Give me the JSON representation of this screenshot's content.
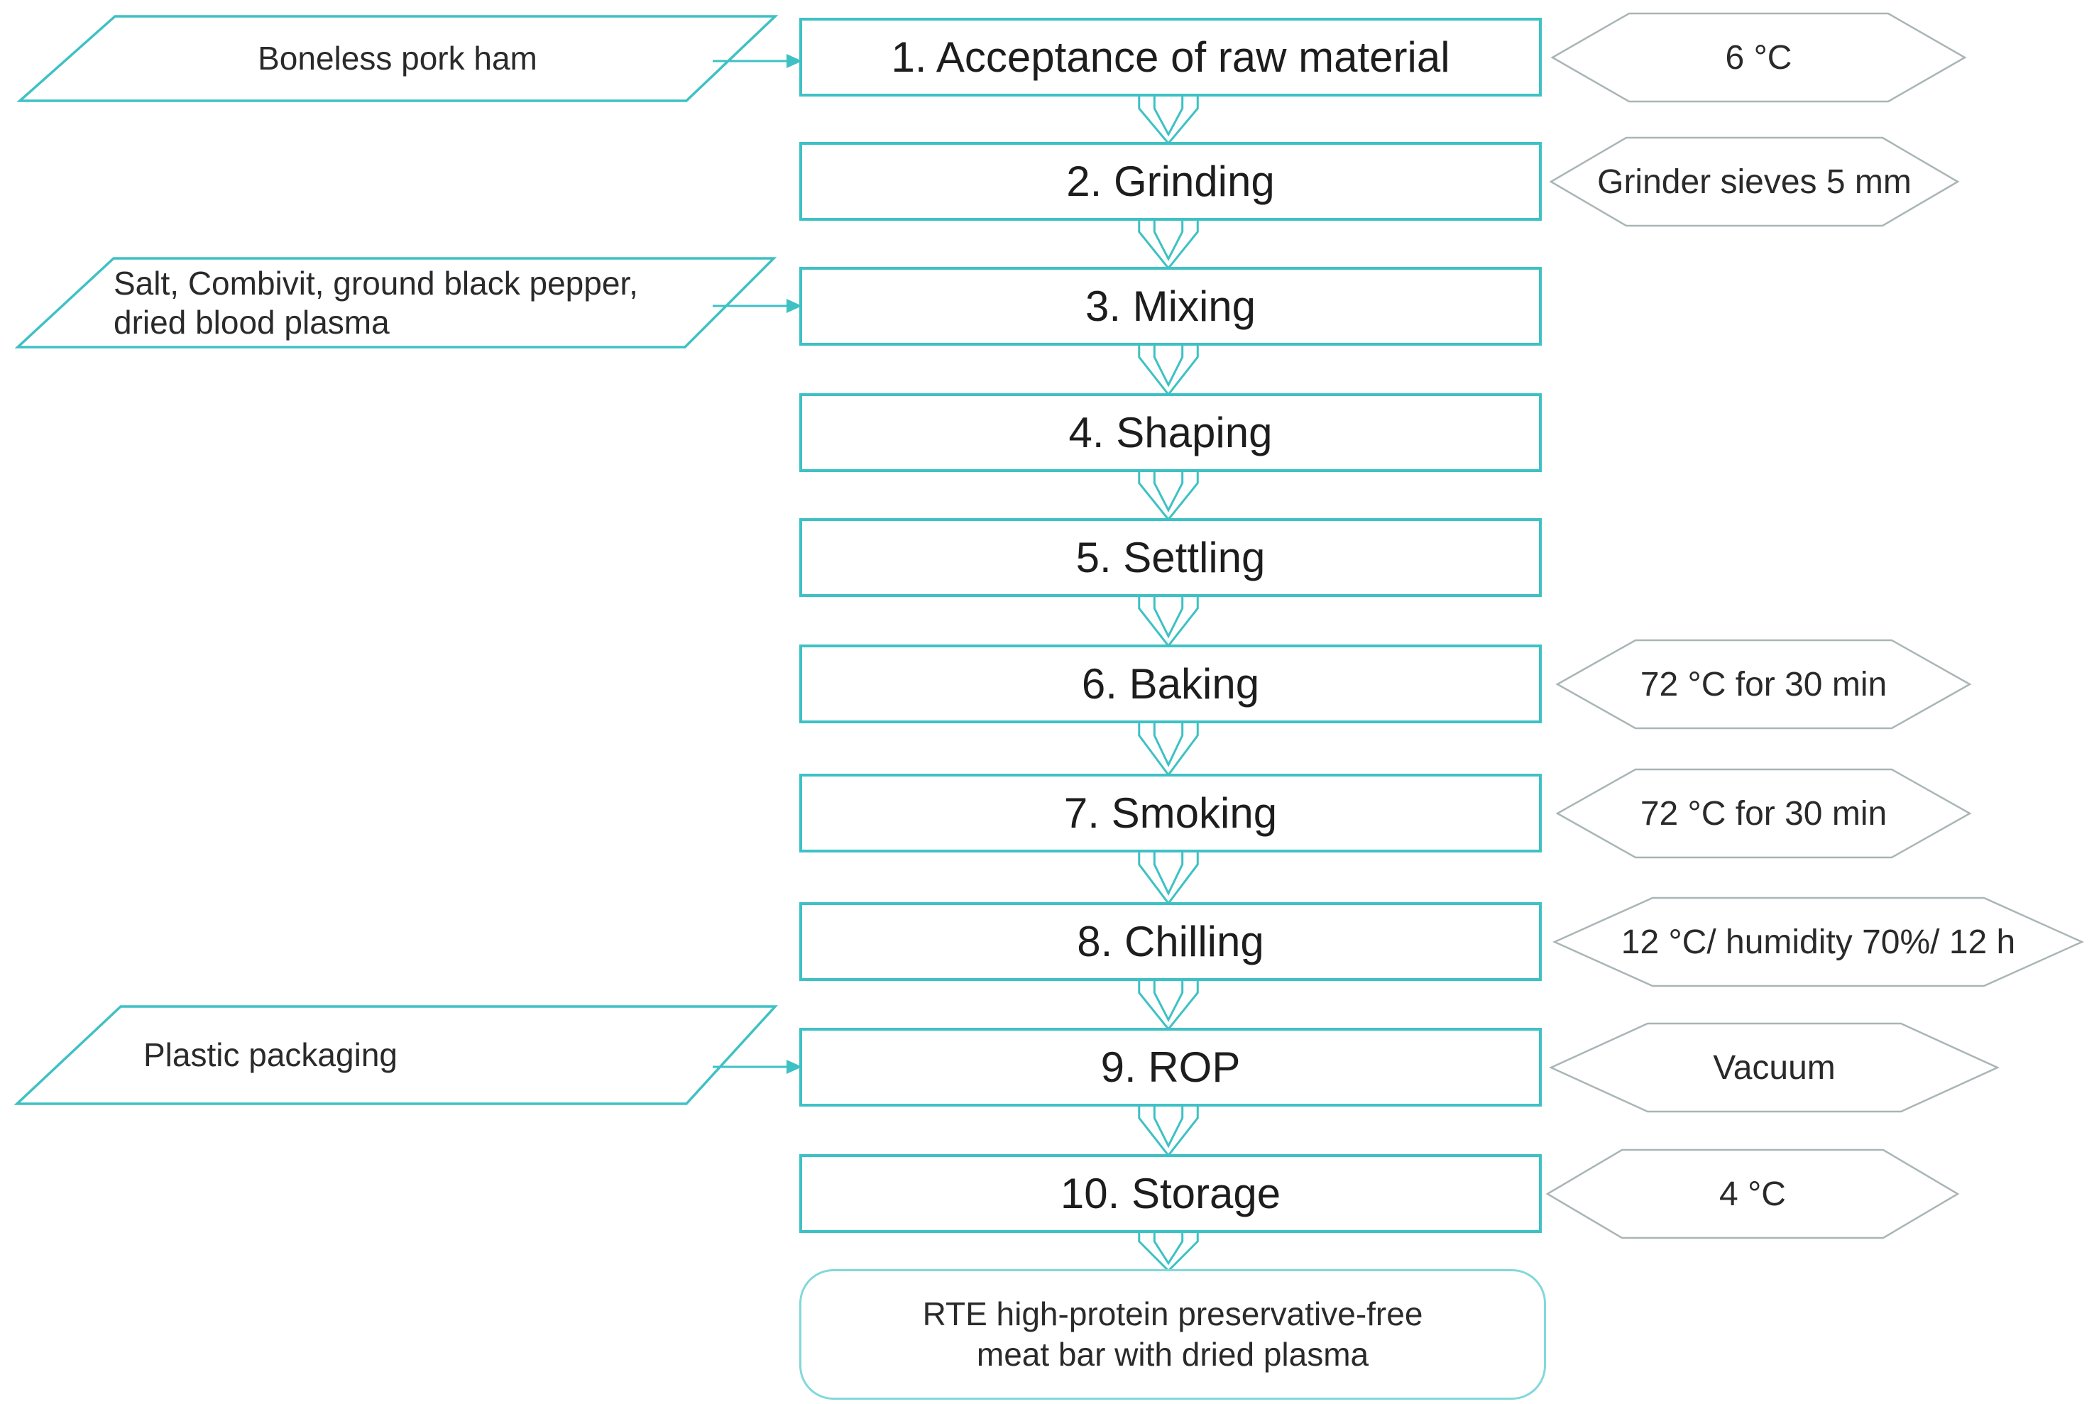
{
  "colors": {
    "teal": "#3ec1c4",
    "teal_light": "#82d8da",
    "hex_stroke": "#a9b5b6",
    "ink": "#262626"
  },
  "inputs": [
    {
      "lines": [
        "Boneless pork ham"
      ]
    },
    {
      "lines": [
        "Salt, Combivit, ground black pepper,",
        "dried blood plasma"
      ]
    },
    {
      "lines": [
        "Plastic packaging"
      ]
    }
  ],
  "steps": [
    {
      "label": "1. Acceptance of raw material",
      "note": "6 °C"
    },
    {
      "label": "2. Grinding",
      "note": "Grinder sieves 5 mm"
    },
    {
      "label": "3. Mixing"
    },
    {
      "label": "4. Shaping"
    },
    {
      "label": "5. Settling"
    },
    {
      "label": "6. Baking",
      "note": "72 °C for 30 min"
    },
    {
      "label": "7. Smoking",
      "note": "72 °C for 30 min"
    },
    {
      "label": "8. Chilling",
      "note": "12 °C/ humidity 70%/ 12 h"
    },
    {
      "label": "9. ROP",
      "note": "Vacuum"
    },
    {
      "label": "10. Storage",
      "note": "4 °C"
    }
  ],
  "output": {
    "lines": [
      "RTE high-protein preservative-free",
      "meat bar with dried plasma"
    ]
  }
}
